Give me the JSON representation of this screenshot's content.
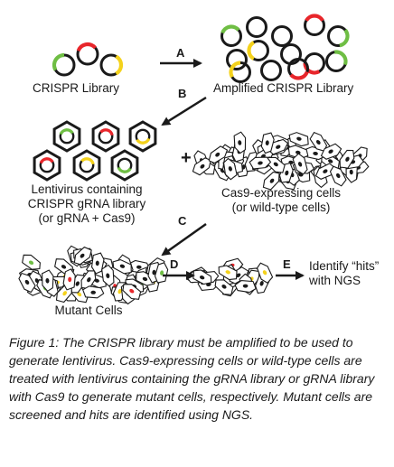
{
  "labels": {
    "crispr_library": "CRISPR Library",
    "amplified_library": "Amplified CRISPR Library",
    "lentivirus_l1": "Lentivirus containing",
    "lentivirus_l2": "CRISPR gRNA library",
    "lentivirus_l3": "(or gRNA + Cas9)",
    "cas9_l1": "Cas9-expressing cells",
    "cas9_l2": "(or wild-type cells)",
    "mutant_cells": "Mutant Cells",
    "hits_l1": "Identify “hits”",
    "hits_l2": "with NGS",
    "plus": "+"
  },
  "steps": {
    "a": "A",
    "b": "B",
    "c": "C",
    "d": "D",
    "e": "E"
  },
  "caption": "Figure 1: The CRISPR library must be amplified to be used to generate lentivirus. Cas9-expressing cells or wild-type cells are treated with lentivirus containing the gRNA library or gRNA library with Cas9 to generate mutant cells, respectively. Mutant cells are screened and hits are identified using NGS.",
  "colors": {
    "green": "#6fbe44",
    "red": "#e8262b",
    "yellow": "#f4d21c",
    "line": "#1a1a1a"
  }
}
